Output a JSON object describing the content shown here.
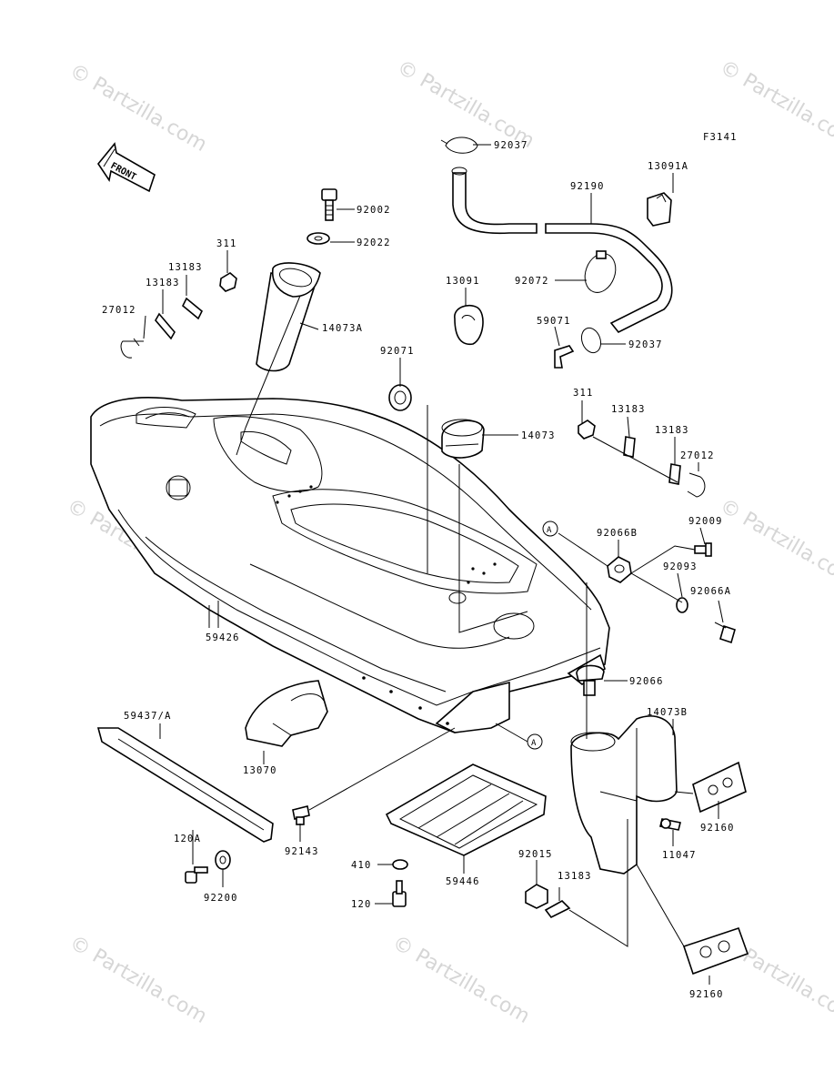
{
  "figure_code": "F3141",
  "front_arrow": "FRONT",
  "watermark": "© Partzilla.com",
  "callouts": [
    {
      "id": "92037_top",
      "text": "92037"
    },
    {
      "id": "92190",
      "text": "92190"
    },
    {
      "id": "13091A",
      "text": "13091A"
    },
    {
      "id": "92002",
      "text": "92002"
    },
    {
      "id": "92022",
      "text": "92022"
    },
    {
      "id": "311_left",
      "text": "311"
    },
    {
      "id": "13183_l1",
      "text": "13183"
    },
    {
      "id": "13183_l2",
      "text": "13183"
    },
    {
      "id": "27012_left",
      "text": "27012"
    },
    {
      "id": "14073A",
      "text": "14073A"
    },
    {
      "id": "13091",
      "text": "13091"
    },
    {
      "id": "92072",
      "text": "92072"
    },
    {
      "id": "59071",
      "text": "59071"
    },
    {
      "id": "92037_bot",
      "text": "92037"
    },
    {
      "id": "92071",
      "text": "92071"
    },
    {
      "id": "14073",
      "text": "14073"
    },
    {
      "id": "311_right",
      "text": "311"
    },
    {
      "id": "13183_r1",
      "text": "13183"
    },
    {
      "id": "13183_r2",
      "text": "13183"
    },
    {
      "id": "27012_right",
      "text": "27012"
    },
    {
      "id": "ref_A1",
      "text": "A"
    },
    {
      "id": "92066B",
      "text": "92066B"
    },
    {
      "id": "92009",
      "text": "92009"
    },
    {
      "id": "92093",
      "text": "92093"
    },
    {
      "id": "92066A",
      "text": "92066A"
    },
    {
      "id": "59426",
      "text": "59426"
    },
    {
      "id": "92066",
      "text": "92066"
    },
    {
      "id": "59437A",
      "text": "59437/A"
    },
    {
      "id": "14073B",
      "text": "14073B"
    },
    {
      "id": "ref_A2",
      "text": "A"
    },
    {
      "id": "13070",
      "text": "13070"
    },
    {
      "id": "92160_top",
      "text": "92160"
    },
    {
      "id": "11047",
      "text": "11047"
    },
    {
      "id": "120A",
      "text": "120A"
    },
    {
      "id": "92143",
      "text": "92143"
    },
    {
      "id": "410",
      "text": "410"
    },
    {
      "id": "59446",
      "text": "59446"
    },
    {
      "id": "92015",
      "text": "92015"
    },
    {
      "id": "13183_b",
      "text": "13183"
    },
    {
      "id": "92200",
      "text": "92200"
    },
    {
      "id": "120",
      "text": "120"
    },
    {
      "id": "92160_bot",
      "text": "92160"
    }
  ]
}
